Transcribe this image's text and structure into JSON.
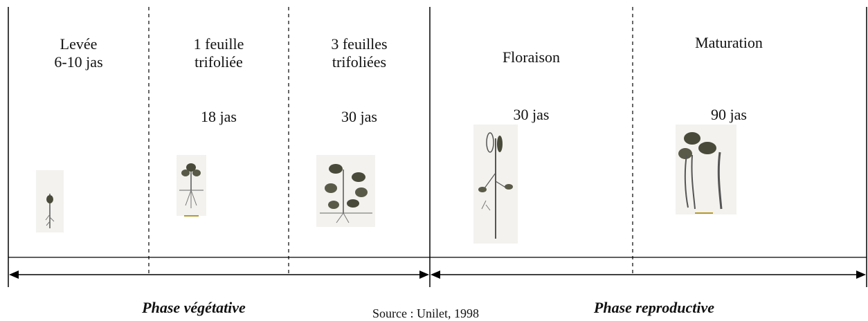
{
  "stages": [
    {
      "name": "Levée",
      "days": "6-10 jas"
    },
    {
      "name": "1 feuille\ntrifoliée",
      "days": "18 jas"
    },
    {
      "name": "3 feuilles\ntrifoliées",
      "days": "30 jas"
    },
    {
      "name": "Floraison",
      "days": "30 jas"
    },
    {
      "name": "Maturation",
      "days": "90 jas"
    }
  ],
  "phases": {
    "vegetative": "Phase végétative",
    "reproductive": "Phase reproductive"
  },
  "source": "Source : Unilet, 1998"
}
